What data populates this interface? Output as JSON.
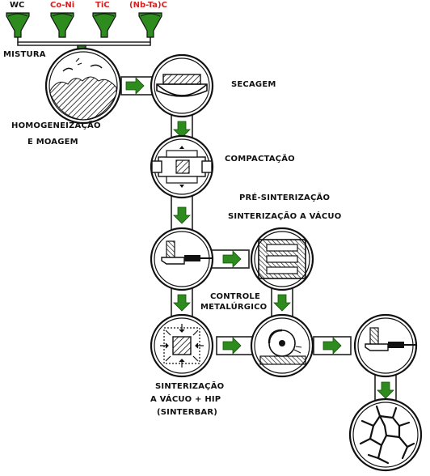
{
  "materials": [
    {
      "label": "WC",
      "color": "#111111"
    },
    {
      "label": "Co-Ni",
      "color": "#d42020"
    },
    {
      "label": "TiC",
      "color": "#d42020"
    },
    {
      "label": "(Nb-Ta)C",
      "color": "#d42020"
    }
  ],
  "steps": {
    "mixing": "MISTURA",
    "homogenization_line1": "HOMOGENEIZAÇÃO",
    "homogenization_line2": "E MOAGEM",
    "drying": "SECAGEM",
    "compaction": "COMPACTAÇÃO",
    "presintering": "PRÉ-SINTERIZAÇÃO",
    "vacuum_sintering": "SINTERIZAÇÃO A VÁCUO",
    "metallurgical_control_line1": "CONTROLE",
    "metallurgical_control_line2": "METALÚRGICO",
    "hip_line1": "SINTERIZAÇÃO",
    "hip_line2": "A VÁCUO + HIP",
    "hip_line3": "(SINTERBAR)"
  },
  "colors": {
    "arrow": "#2e8b1e",
    "funnel": "#2e8b1e",
    "outline": "#111111",
    "path": "#ffffff",
    "path_border": "#222222",
    "red_label": "#d42020"
  }
}
